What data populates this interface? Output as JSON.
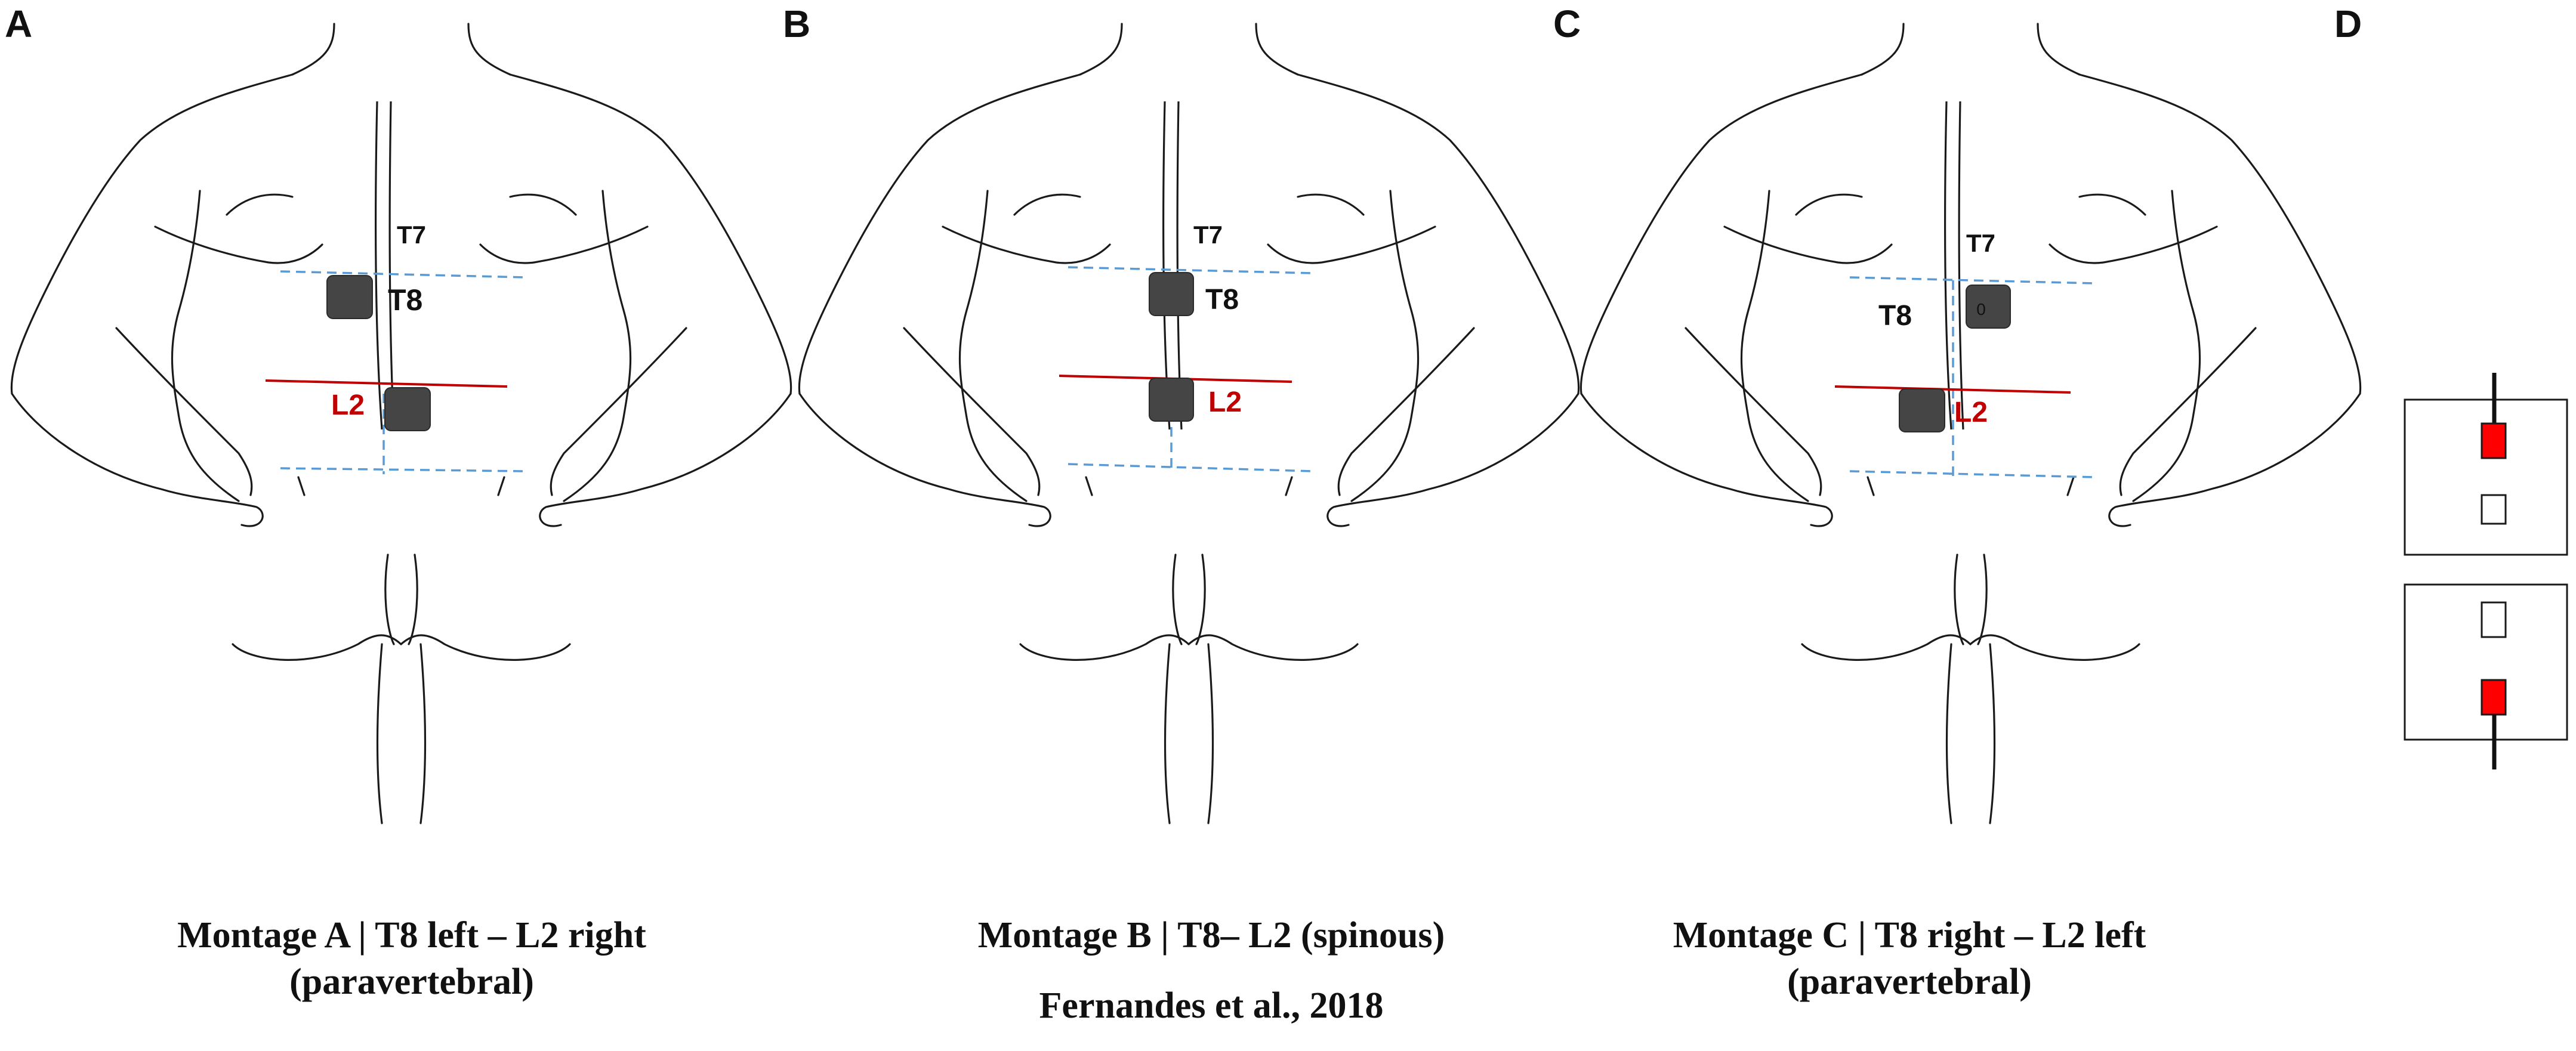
{
  "panels": {
    "A": {
      "letter": "A",
      "t7": "T7",
      "t8": "T8",
      "l2": "L2",
      "caption_line1": "Montage A | T8 left – L2 right",
      "caption_line2": "(paravertebral)"
    },
    "B": {
      "letter": "B",
      "t7": "T7",
      "t8": "T8",
      "l2": "L2",
      "caption_line1": "Montage B | T8– L2 (spinous)",
      "caption_line2": "Fernandes et al., 2018"
    },
    "C": {
      "letter": "C",
      "t7": "T7",
      "t8": "T8",
      "l2": "L2",
      "electrode_mark": "0",
      "caption_line1": "Montage C | T8 right  – L2 left",
      "caption_line2": "(paravertebral)"
    },
    "D": {
      "letter": "D"
    }
  },
  "colors": {
    "electrode": "#454545",
    "level_line": "#c00000",
    "dashed_guide": "#5b9bd5",
    "active_contact": "#ff0000"
  }
}
